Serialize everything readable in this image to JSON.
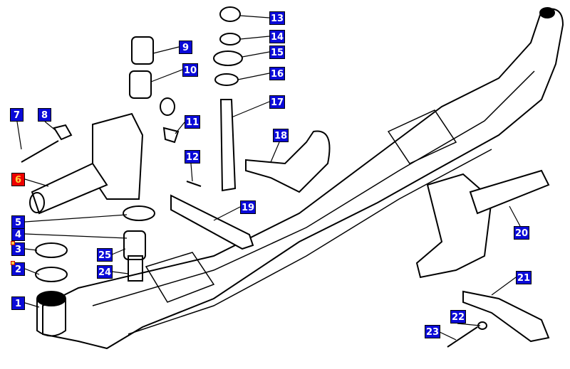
{
  "colors": {
    "label_bg": "#0a0ad8",
    "label_text": "#ffffff",
    "selected_bg": "#ee0000",
    "selected_text": "#ffd23a"
  },
  "selected": "6",
  "labels": [
    "1",
    "2",
    "3",
    "4",
    "5",
    "6",
    "7",
    "8",
    "9",
    "10",
    "11",
    "12",
    "13",
    "14",
    "15",
    "16",
    "17",
    "18",
    "19",
    "20",
    "21",
    "22",
    "23",
    "24",
    "25"
  ]
}
